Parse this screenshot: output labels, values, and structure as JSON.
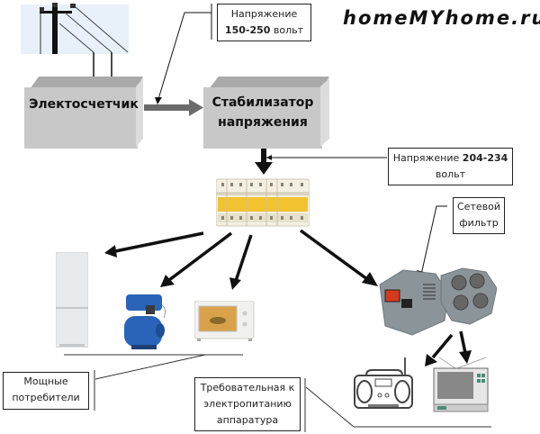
{
  "brand": "homeMYhome.ru",
  "blocks": {
    "meter": "Электосчетчик",
    "stabilizer_line1": "Стабилизатор",
    "stabilizer_line2": "напряжения"
  },
  "callouts": {
    "input_voltage": {
      "line1": "Напряжение",
      "range": "150-250",
      "unit": "вольт"
    },
    "output_voltage": {
      "prefix": "Напряжение",
      "range": "204-234",
      "unit": "вольт"
    },
    "surge_filter": {
      "line1": "Сетевой",
      "line2": "фильтр"
    },
    "powerful_consumers": {
      "line1": "Мощные",
      "line2": "потребители"
    },
    "sensitive_equipment": {
      "line1": "Требовательная к",
      "line2": "электропитанию",
      "line3": "аппаратура"
    }
  },
  "devices": {
    "power_pole": "power-pole",
    "breaker_panel": "circuit-breakers",
    "fridge": "refrigerator",
    "pump": "water-pump",
    "microwave": "microwave",
    "surge_protector": "surge-protector",
    "radio": "boombox",
    "tv": "television"
  },
  "colors": {
    "block_front": "#c8c8c8",
    "block_top": "#a9a9a9",
    "arrow_gray": "#6b6b6b",
    "arrow_black": "#111111",
    "pump_blue": "#2a64b8",
    "breaker_yellow": "#f2c230",
    "filter_gray": "#8a9499"
  }
}
